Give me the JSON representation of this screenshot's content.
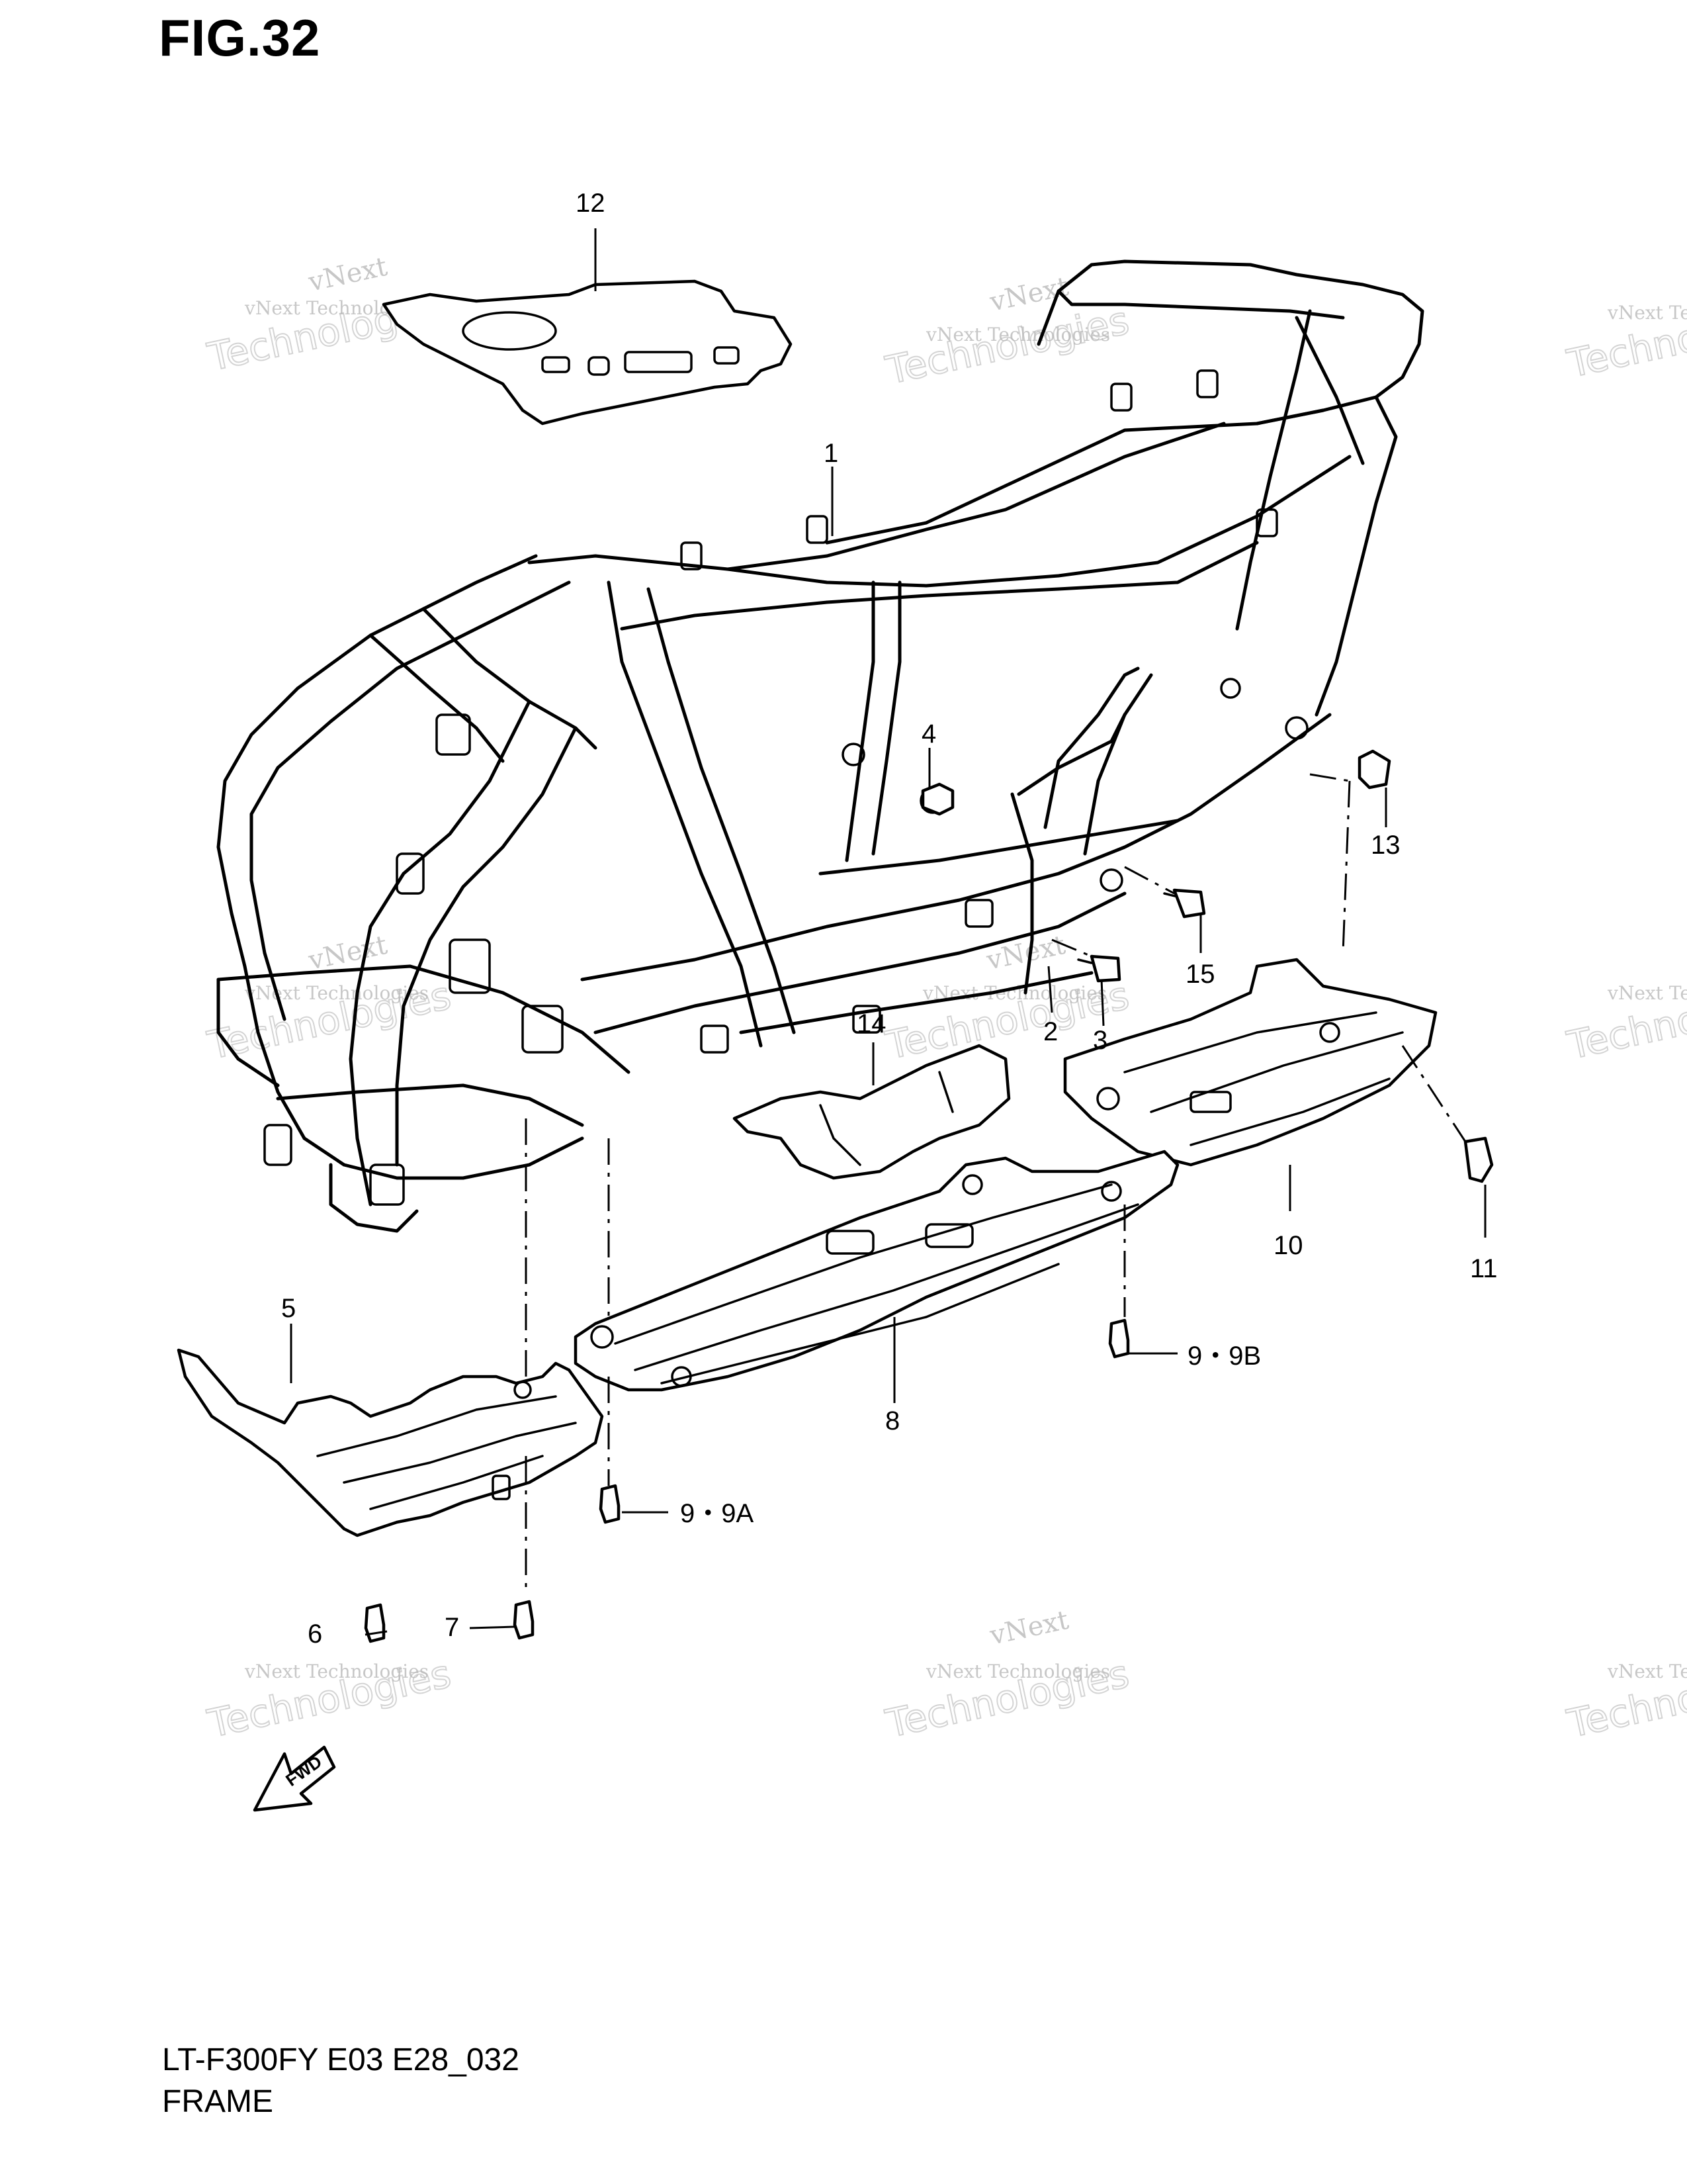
{
  "figure": {
    "title": "FIG.32",
    "model_code": "LT-F300FY E03 E28_032",
    "section_name": "FRAME"
  },
  "callouts": [
    {
      "id": "1",
      "label": "1"
    },
    {
      "id": "2",
      "label": "2"
    },
    {
      "id": "3",
      "label": "3"
    },
    {
      "id": "4",
      "label": "4"
    },
    {
      "id": "5",
      "label": "5"
    },
    {
      "id": "6",
      "label": "6"
    },
    {
      "id": "7",
      "label": "7"
    },
    {
      "id": "8",
      "label": "8"
    },
    {
      "id": "9a",
      "label": "9・9A"
    },
    {
      "id": "9b",
      "label": "9・9B"
    },
    {
      "id": "10",
      "label": "10"
    },
    {
      "id": "11",
      "label": "11"
    },
    {
      "id": "12",
      "label": "12"
    },
    {
      "id": "13",
      "label": "13"
    },
    {
      "id": "14",
      "label": "14"
    },
    {
      "id": "15",
      "label": "15"
    }
  ],
  "fwd_arrow": {
    "label": "FWD",
    "icon": "forward-arrow-icon"
  },
  "watermark": {
    "line1": "vNext",
    "line2": "vNext Technologies",
    "line3": "Technologies"
  }
}
